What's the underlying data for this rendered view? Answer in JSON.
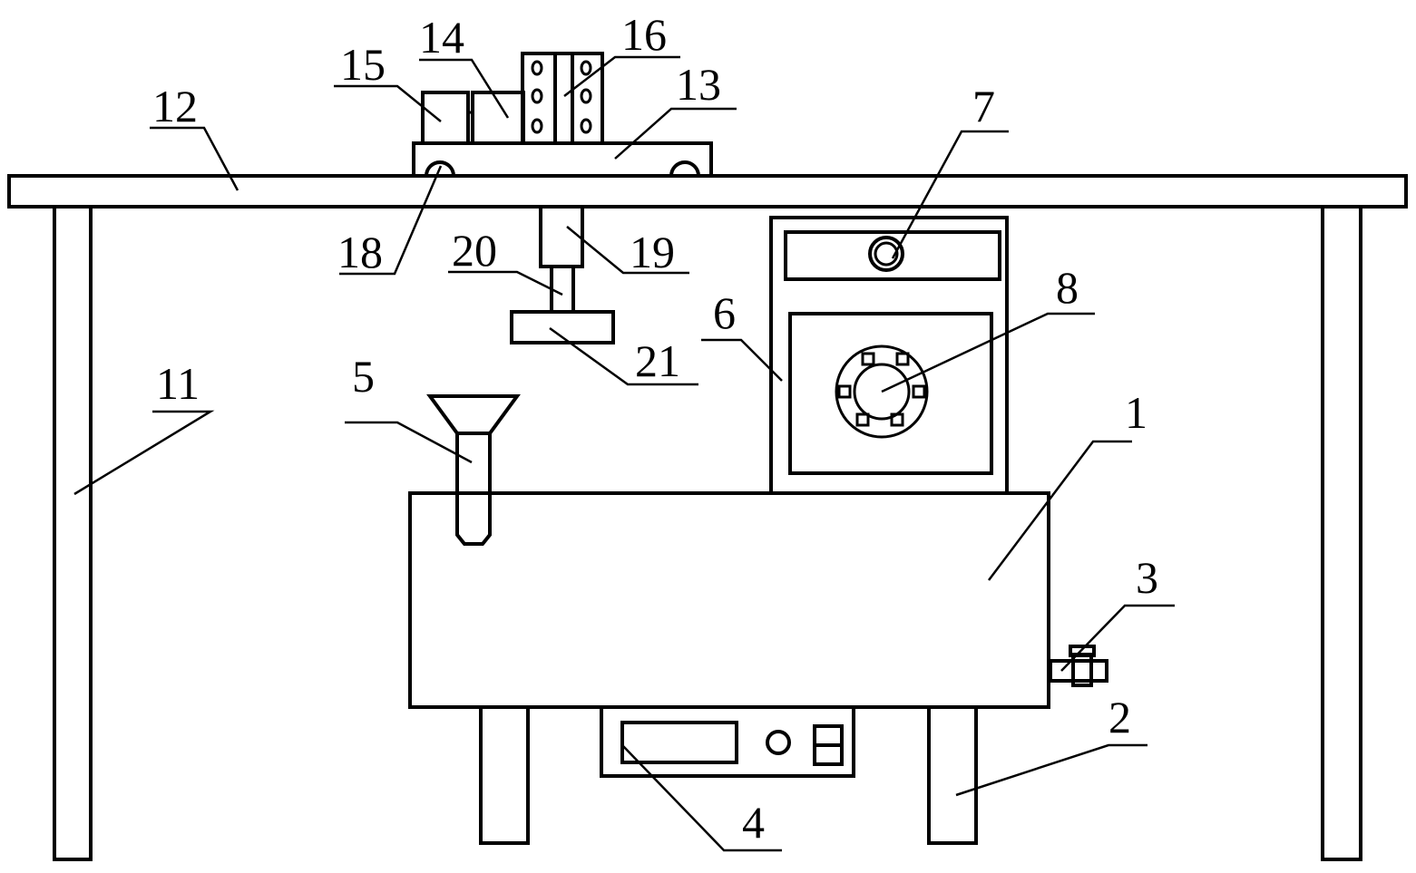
{
  "diagram": {
    "type": "patent technical drawing",
    "background": "#ffffff",
    "line_color": "#000000",
    "parts": [
      {
        "id": "1",
        "label": "1",
        "name": "tank-body"
      },
      {
        "id": "2",
        "label": "2",
        "name": "support-leg"
      },
      {
        "id": "3",
        "label": "3",
        "name": "drain-valve"
      },
      {
        "id": "4",
        "label": "4",
        "name": "control-box"
      },
      {
        "id": "5",
        "label": "5",
        "name": "feed-funnel"
      },
      {
        "id": "6",
        "label": "6",
        "name": "cabinet"
      },
      {
        "id": "7",
        "label": "7",
        "name": "gauge"
      },
      {
        "id": "8",
        "label": "8",
        "name": "flange-port"
      },
      {
        "id": "11",
        "label": "11",
        "name": "table-leg"
      },
      {
        "id": "12",
        "label": "12",
        "name": "table-top"
      },
      {
        "id": "13",
        "label": "13",
        "name": "carriage-plate"
      },
      {
        "id": "14",
        "label": "14",
        "name": "motor-block"
      },
      {
        "id": "15",
        "label": "15",
        "name": "end-block"
      },
      {
        "id": "16",
        "label": "16",
        "name": "bolted-bracket"
      },
      {
        "id": "18",
        "label": "18",
        "name": "roller-wheel"
      },
      {
        "id": "19",
        "label": "19",
        "name": "cylinder"
      },
      {
        "id": "20",
        "label": "20",
        "name": "piston-rod"
      },
      {
        "id": "21",
        "label": "21",
        "name": "press-plate"
      }
    ]
  }
}
